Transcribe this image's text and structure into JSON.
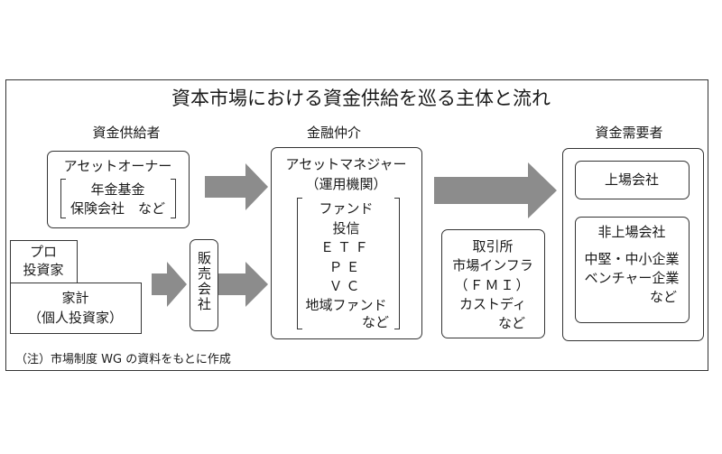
{
  "title": "資本市場における資金供給を巡る主体と流れ",
  "headers": {
    "suppliers": "資金供給者",
    "intermediary": "金融仲介",
    "demanders": "資金需要者"
  },
  "asset_owner": {
    "label": "アセットオーナー",
    "items": [
      "年金基金",
      "保険会社　など"
    ]
  },
  "pro_investor": "プロ\n投資家",
  "household": {
    "line1": "家計",
    "line2": "（個人投資家）"
  },
  "sales_company": "販売会社",
  "asset_manager": {
    "label": "アセットマネジャー",
    "sub": "（運用機関）",
    "items": [
      "ファンド",
      "投信",
      "ＥＴＦ",
      "ＰＥ",
      "ＶＣ",
      "地域ファンド"
    ],
    "etc": "など"
  },
  "exchange": {
    "lines": [
      "取引所",
      "市場インフラ",
      "（ＦＭＩ）",
      "カストディ"
    ],
    "etc": "など"
  },
  "listed": "上場会社",
  "unlisted": {
    "label": "非上場会社",
    "lines": [
      "中堅・中小企業",
      "ベンチャー企業"
    ],
    "etc": "など"
  },
  "note": "（注）市場制度 WG の資料をもとに作成",
  "colors": {
    "arrow": "#8c8c8c",
    "border": "#333333"
  }
}
